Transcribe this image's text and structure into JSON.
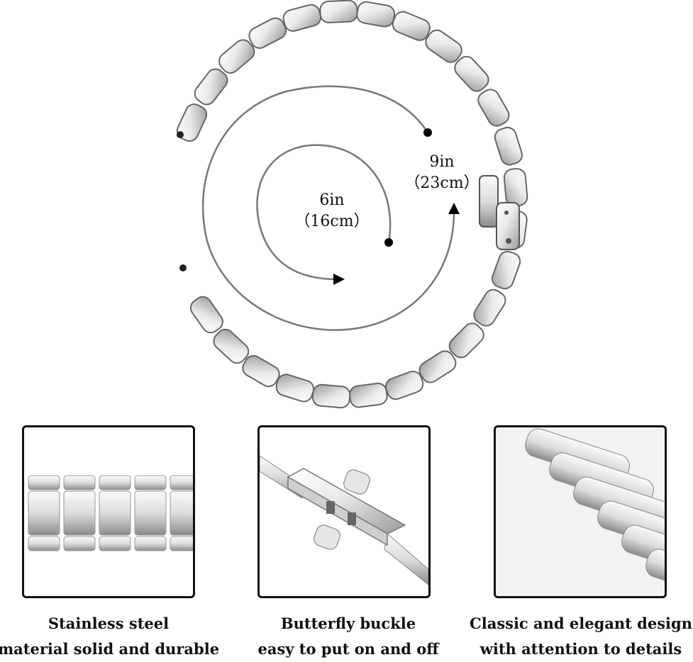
{
  "measurements": {
    "outer": {
      "size": "9in",
      "metric": "（23cm）"
    },
    "inner": {
      "size": "6in",
      "metric": "（16cm）"
    }
  },
  "features": [
    {
      "line1": "Stainless steel",
      "line2": "material solid and durable",
      "icon": "steel-links-photo"
    },
    {
      "line1": "Butterfly buckle",
      "line2": "easy to put on and off",
      "icon": "butterfly-buckle-photo"
    },
    {
      "line1": "Classic and elegant design",
      "line2": "with attention to details",
      "icon": "link-detail-photo"
    }
  ]
}
